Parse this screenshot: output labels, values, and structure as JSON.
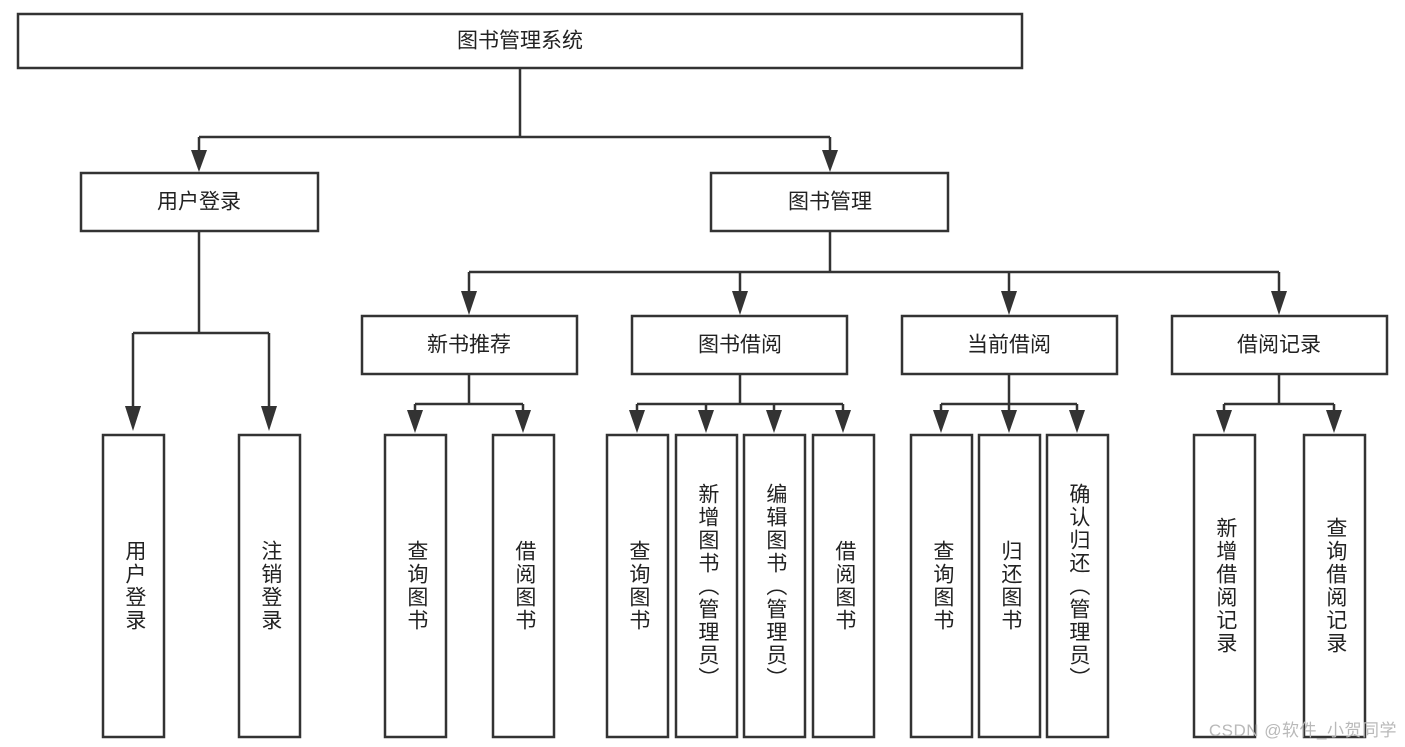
{
  "diagram": {
    "title": "图书管理系统",
    "type": "tree-hierarchy",
    "root": {
      "label": "图书管理系统"
    },
    "level2": [
      {
        "label": "用户登录"
      },
      {
        "label": "图书管理"
      }
    ],
    "level3": [
      {
        "label": "新书推荐"
      },
      {
        "label": "图书借阅"
      },
      {
        "label": "当前借阅"
      },
      {
        "label": "借阅记录"
      }
    ],
    "leaves": {
      "user_login": [
        {
          "label": "用户登录"
        },
        {
          "label": "注销登录"
        }
      ],
      "new_book_recommend": [
        {
          "label": "查询图书"
        },
        {
          "label": "借阅图书"
        }
      ],
      "book_borrow": [
        {
          "label": "查询图书"
        },
        {
          "label": "新增图书（管理员）"
        },
        {
          "label": "编辑图书（管理员）"
        },
        {
          "label": "借阅图书"
        }
      ],
      "current_borrow": [
        {
          "label": "查询图书"
        },
        {
          "label": "归还图书"
        },
        {
          "label": "确认归还（管理员）"
        }
      ],
      "borrow_record": [
        {
          "label": "新增借阅记录"
        },
        {
          "label": "查询借阅记录"
        }
      ]
    }
  },
  "watermark": {
    "text": "CSDN @软件_小贺同学"
  },
  "colors": {
    "box_stroke": "#333333",
    "box_fill": "#ffffff",
    "text": "#222222",
    "watermark": "#b9b9b9",
    "background": "#ffffff"
  }
}
